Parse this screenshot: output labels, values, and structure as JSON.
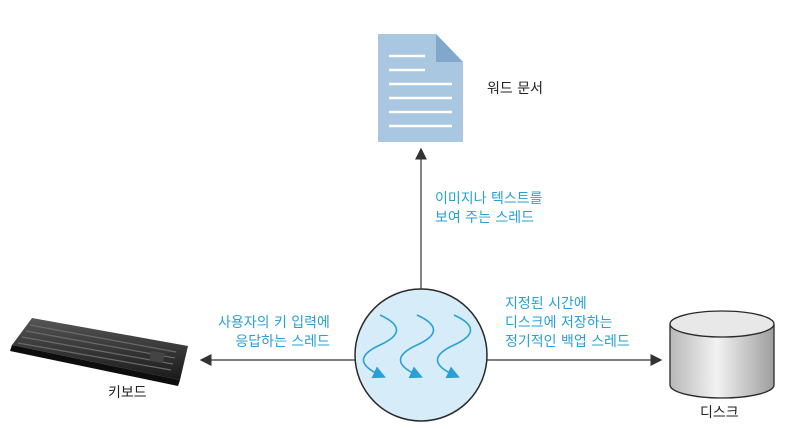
{
  "colors": {
    "accent": "#2a9fd6",
    "document": "#a9c7e0",
    "document_fold": "#7fa8cc",
    "thread_circle": "#d6ecf8",
    "arrow": "#333333"
  },
  "nodes": {
    "document": {
      "label": "워드 문서",
      "icon": "document-icon"
    },
    "keyboard": {
      "label": "키보드",
      "icon": "keyboard-icon"
    },
    "disk": {
      "label": "디스크",
      "icon": "disk-icon"
    },
    "threads": {
      "icon": "threads-icon",
      "count": 3
    }
  },
  "edges": {
    "to_document": {
      "line1": "이미지나 텍스트를",
      "line2": "보여 주는 스레드"
    },
    "to_keyboard": {
      "line1": "사용자의 키 입력에",
      "line2": "응답하는 스레드"
    },
    "to_disk": {
      "line1": "지정된 시간에",
      "line2": "디스크에 저장하는",
      "line3": "정기적인 백업 스레드"
    }
  }
}
